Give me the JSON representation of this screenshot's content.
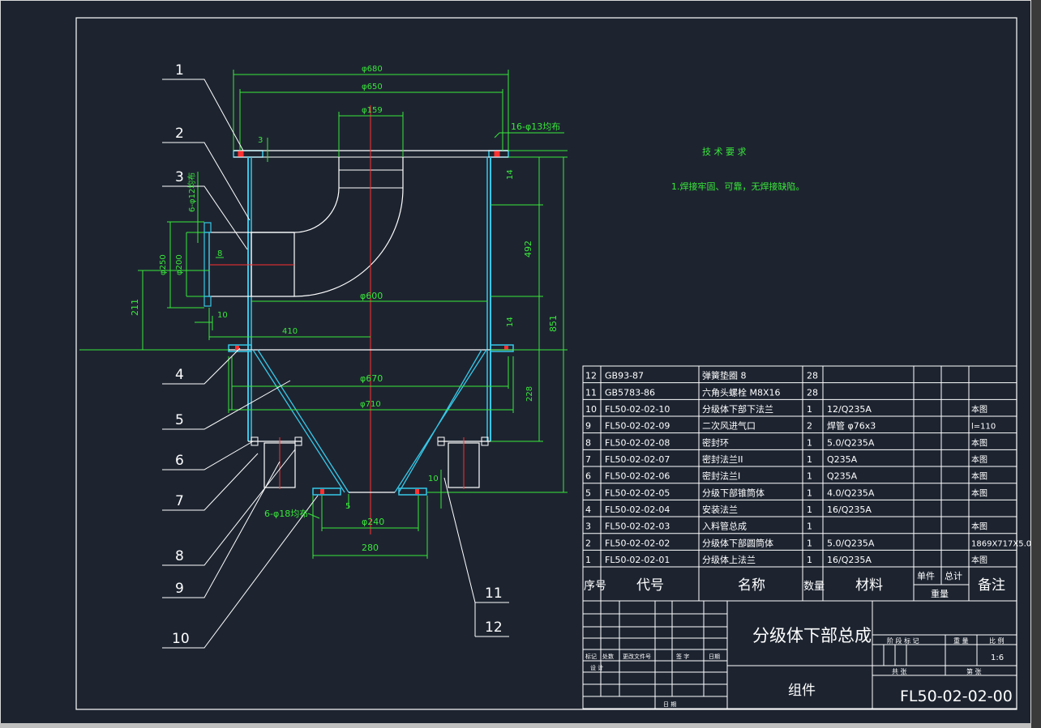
{
  "balloons": [
    "1",
    "2",
    "3",
    "4",
    "5",
    "6",
    "7",
    "8",
    "9",
    "10",
    "11",
    "12"
  ],
  "dims": {
    "d680": "φ680",
    "d650": "φ650",
    "d159": "φ159",
    "holes16": "16-φ13均布",
    "t3": "3",
    "holes6_12": "6-φ12均布",
    "d250": "φ250",
    "d200": "φ200",
    "d8": "8",
    "d10": "10",
    "d211": "211",
    "d410": "410",
    "d600": "φ600",
    "d492": "492",
    "d14a": "14",
    "d14b": "14",
    "d851": "851",
    "d670": "φ670",
    "d710": "φ710",
    "d228": "228",
    "d10b": "10",
    "d5": "5",
    "holes6_18": "6-φ18均布",
    "d240": "φ240",
    "d280": "280"
  },
  "tech": {
    "title": "技 术 要 求",
    "line1": "1.焊接牢固、可靠，无焊接缺陷。"
  },
  "bom": {
    "rows": [
      {
        "no": "12",
        "code": "GB93-87",
        "name": "弹簧垫圈 8",
        "qty": "28",
        "material": "",
        "remark": ""
      },
      {
        "no": "11",
        "code": "GB5783-86",
        "name": "六角头螺栓 M8X16",
        "qty": "28",
        "material": "",
        "remark": ""
      },
      {
        "no": "10",
        "code": "FL50-02-02-10",
        "name": "分级体下部下法兰",
        "qty": "1",
        "material": "12/Q235A",
        "remark": "本图"
      },
      {
        "no": "9",
        "code": "FL50-02-02-09",
        "name": "二次风进气口",
        "qty": "2",
        "material": "焊管 φ76x3",
        "remark": "l=110"
      },
      {
        "no": "8",
        "code": "FL50-02-02-08",
        "name": "密封环",
        "qty": "1",
        "material": "5.0/Q235A",
        "remark": "本图"
      },
      {
        "no": "7",
        "code": "FL50-02-02-07",
        "name": "密封法兰II",
        "qty": "1",
        "material": "Q235A",
        "remark": "本图"
      },
      {
        "no": "6",
        "code": "FL50-02-02-06",
        "name": "密封法兰I",
        "qty": "1",
        "material": "Q235A",
        "remark": "本图"
      },
      {
        "no": "5",
        "code": "FL50-02-02-05",
        "name": "分级下部锥筒体",
        "qty": "1",
        "material": "4.0/Q235A",
        "remark": "本图"
      },
      {
        "no": "4",
        "code": "FL50-02-02-04",
        "name": "安装法兰",
        "qty": "1",
        "material": "16/Q235A",
        "remark": ""
      },
      {
        "no": "3",
        "code": "FL50-02-02-03",
        "name": "入料管总成",
        "qty": "1",
        "material": "",
        "remark": "本图"
      },
      {
        "no": "2",
        "code": "FL50-02-02-02",
        "name": "分级体下部圆筒体",
        "qty": "1",
        "material": "5.0/Q235A",
        "remark": "1869X717X5.0"
      },
      {
        "no": "1",
        "code": "FL50-02-02-01",
        "name": "分级体上法兰",
        "qty": "1",
        "material": "16/Q235A",
        "remark": "本图"
      }
    ],
    "header": {
      "no": "序号",
      "code": "代号",
      "name": "名称",
      "qty": "数量",
      "material": "材料",
      "unit": "单件",
      "total": "总计",
      "weight": "重量",
      "remark": "备注"
    }
  },
  "titleblock": {
    "drawing_title": "分级体下部总成",
    "type": "组件",
    "number": "FL50-02-02-00",
    "scale": "1:6",
    "stage_label": "阶 段 标 记",
    "weight_label": "重 量",
    "scale_label": "比 例",
    "sheets_total": "共 张",
    "sheet_no": "第 张",
    "rev_cols": [
      "标记",
      "处数",
      "更改文件号",
      "签 字",
      "日期"
    ],
    "design": "设 计",
    "date": "日 期"
  }
}
